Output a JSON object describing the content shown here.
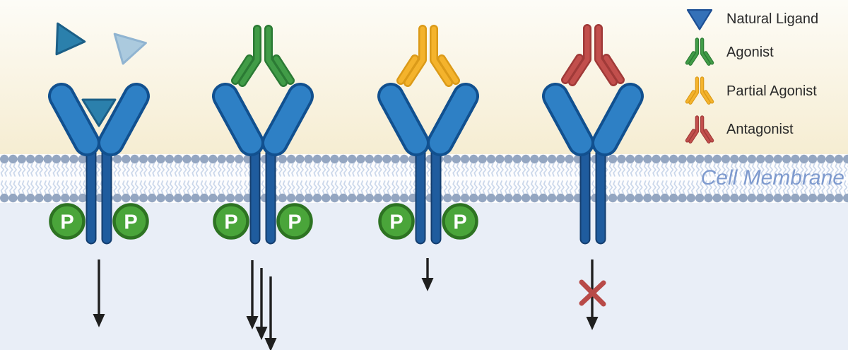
{
  "legend": {
    "items": [
      {
        "id": "natural-ligand",
        "label": "Natural Ligand"
      },
      {
        "id": "agonist",
        "label": "Agonist"
      },
      {
        "id": "partial-agonist",
        "label": "Partial Agonist"
      },
      {
        "id": "antagonist",
        "label": "Antagonist"
      }
    ]
  },
  "membrane": {
    "label": "Cell Membrane",
    "phosphate_label": "P"
  },
  "receptors": [
    {
      "bound_ligand": "Natural Ligand",
      "floating_ligands": 2,
      "phosphorylated": true,
      "signal_arrows": 1,
      "signal_blocked": false
    },
    {
      "bound_ligand": "Agonist",
      "floating_ligands": 0,
      "phosphorylated": true,
      "signal_arrows": 3,
      "signal_blocked": false
    },
    {
      "bound_ligand": "Partial Agonist",
      "floating_ligands": 0,
      "phosphorylated": true,
      "signal_arrows": 1,
      "signal_blocked": false
    },
    {
      "bound_ligand": "Antagonist",
      "floating_ligands": 0,
      "phosphorylated": false,
      "signal_arrows": 1,
      "signal_blocked": true
    }
  ],
  "colors": {
    "bg_top_start": "#fdfcf7",
    "bg_top_end": "#f6edd2",
    "bg_bottom": "#e9eef7",
    "membrane_bg": "#fdfdfe",
    "lipid_head": "#94a6c1",
    "lipid_tail": "#c9d6ea",
    "membrane_label": "#7e9ace",
    "receptor_fill": "#2e80c5",
    "receptor_stroke": "#11508f",
    "stem_fill": "#1f5c9e",
    "stem_stroke": "#143e6f",
    "phosphate_fill": "#4aa53a",
    "phosphate_stroke": "#2d7322",
    "phosphate_text": "#ffffff",
    "ligand_fill": "#2b80ac",
    "ligand_stroke": "#1b5f87",
    "ligand_light_fill": "#abcade",
    "ligand_light_stroke": "#90b4d1",
    "agonist_fill": "#419c47",
    "agonist_stroke": "#2b7a34",
    "partial_agonist_fill": "#f4b32c",
    "partial_agonist_stroke": "#db9a18",
    "antagonist_fill": "#c24f4c",
    "antagonist_stroke": "#a03a38",
    "legend_triangle_fill": "#3471b8",
    "legend_triangle_stroke": "#1d4f94",
    "arrow": "#1f1f1f",
    "blocked_x": "#b84a48",
    "legend_text": "#2a2a2a"
  }
}
